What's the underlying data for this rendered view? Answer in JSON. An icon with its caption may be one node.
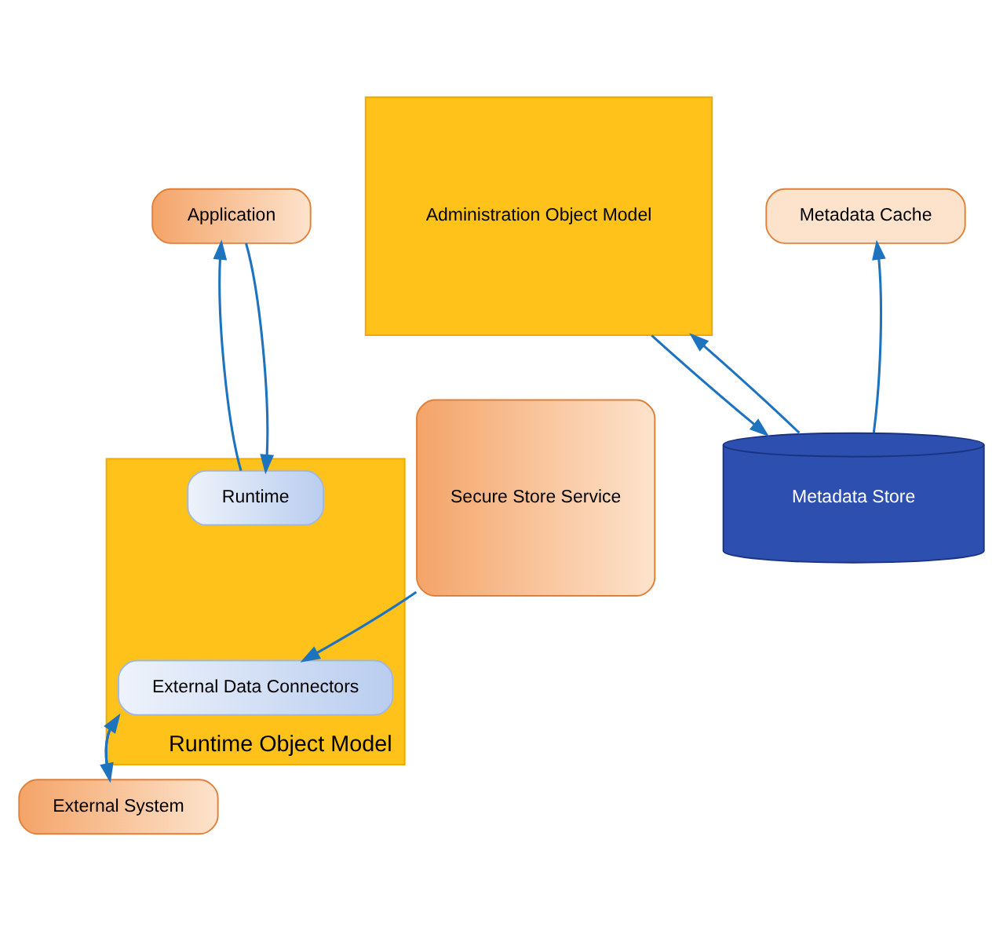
{
  "diagram": {
    "nodes": [
      {
        "text": [
          "Application"
        ]
      },
      {
        "text": [
          "Runtime Object Model"
        ]
      },
      {
        "text": [
          "Runtime"
        ],
        "in": 1
      },
      {
        "text": [
          "External Data Connectors"
        ],
        "in": 1
      },
      {
        "text": [
          "Administration Object Model"
        ]
      },
      {
        "text": [
          "Secure Store Service"
        ]
      },
      {
        "text": [
          "Metadata Cache"
        ]
      },
      {
        "text": [
          "External System"
        ]
      },
      {
        "text": [
          "Metadata Store"
        ]
      }
    ],
    "edges": [
      {
        "from": 2,
        "to": 0,
        "arrow": "to"
      },
      {
        "from": 0,
        "to": 2,
        "arrow": "to"
      },
      {
        "from": 5,
        "to": 3,
        "arrow": "to"
      },
      {
        "from": 7,
        "to": 3,
        "arrow": "to"
      },
      {
        "from": 3,
        "to": 7,
        "arrow": "to"
      },
      {
        "from": 8,
        "to": 6,
        "arrow": "to"
      },
      {
        "from": 8,
        "to": 4,
        "arrow": "to"
      },
      {
        "from": 4,
        "to": 8,
        "arrow": "to"
      }
    ]
  }
}
